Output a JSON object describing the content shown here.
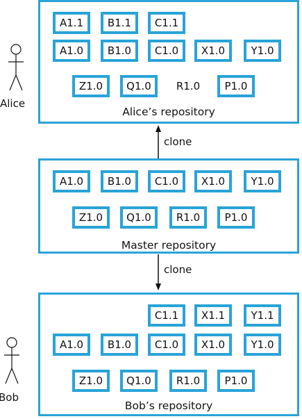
{
  "alice": {
    "label": "Alice",
    "repo_label": "Alice’s repository",
    "row1": [
      "A1.1",
      "B1.1",
      "C1.1"
    ],
    "row2": [
      "A1.0",
      "B1.0",
      "C1.0",
      "X1.0",
      "Y1.0"
    ],
    "row3": [
      "Z1.0",
      "Q1.0",
      "R1.0",
      "P1.0"
    ]
  },
  "master": {
    "repo_label": "Master repository",
    "row1": [
      "A1.0",
      "B1.0",
      "C1.0",
      "X1.0",
      "Y1.0"
    ],
    "row2": [
      "Z1.0",
      "Q1.0",
      "R1.0",
      "P1.0"
    ]
  },
  "bob": {
    "label": "Bob",
    "repo_label": "Bob’s repository",
    "row1": [
      "C1.1",
      "X1.1",
      "Y1.1"
    ],
    "row2": [
      "A1.0",
      "B1.0",
      "C1.0",
      "X1.0",
      "Y1.0"
    ],
    "row3": [
      "Z1.0",
      "Q1.0",
      "R1.0",
      "P1.0"
    ]
  },
  "arrows": {
    "upper_label": "clone",
    "lower_label": "clone"
  }
}
